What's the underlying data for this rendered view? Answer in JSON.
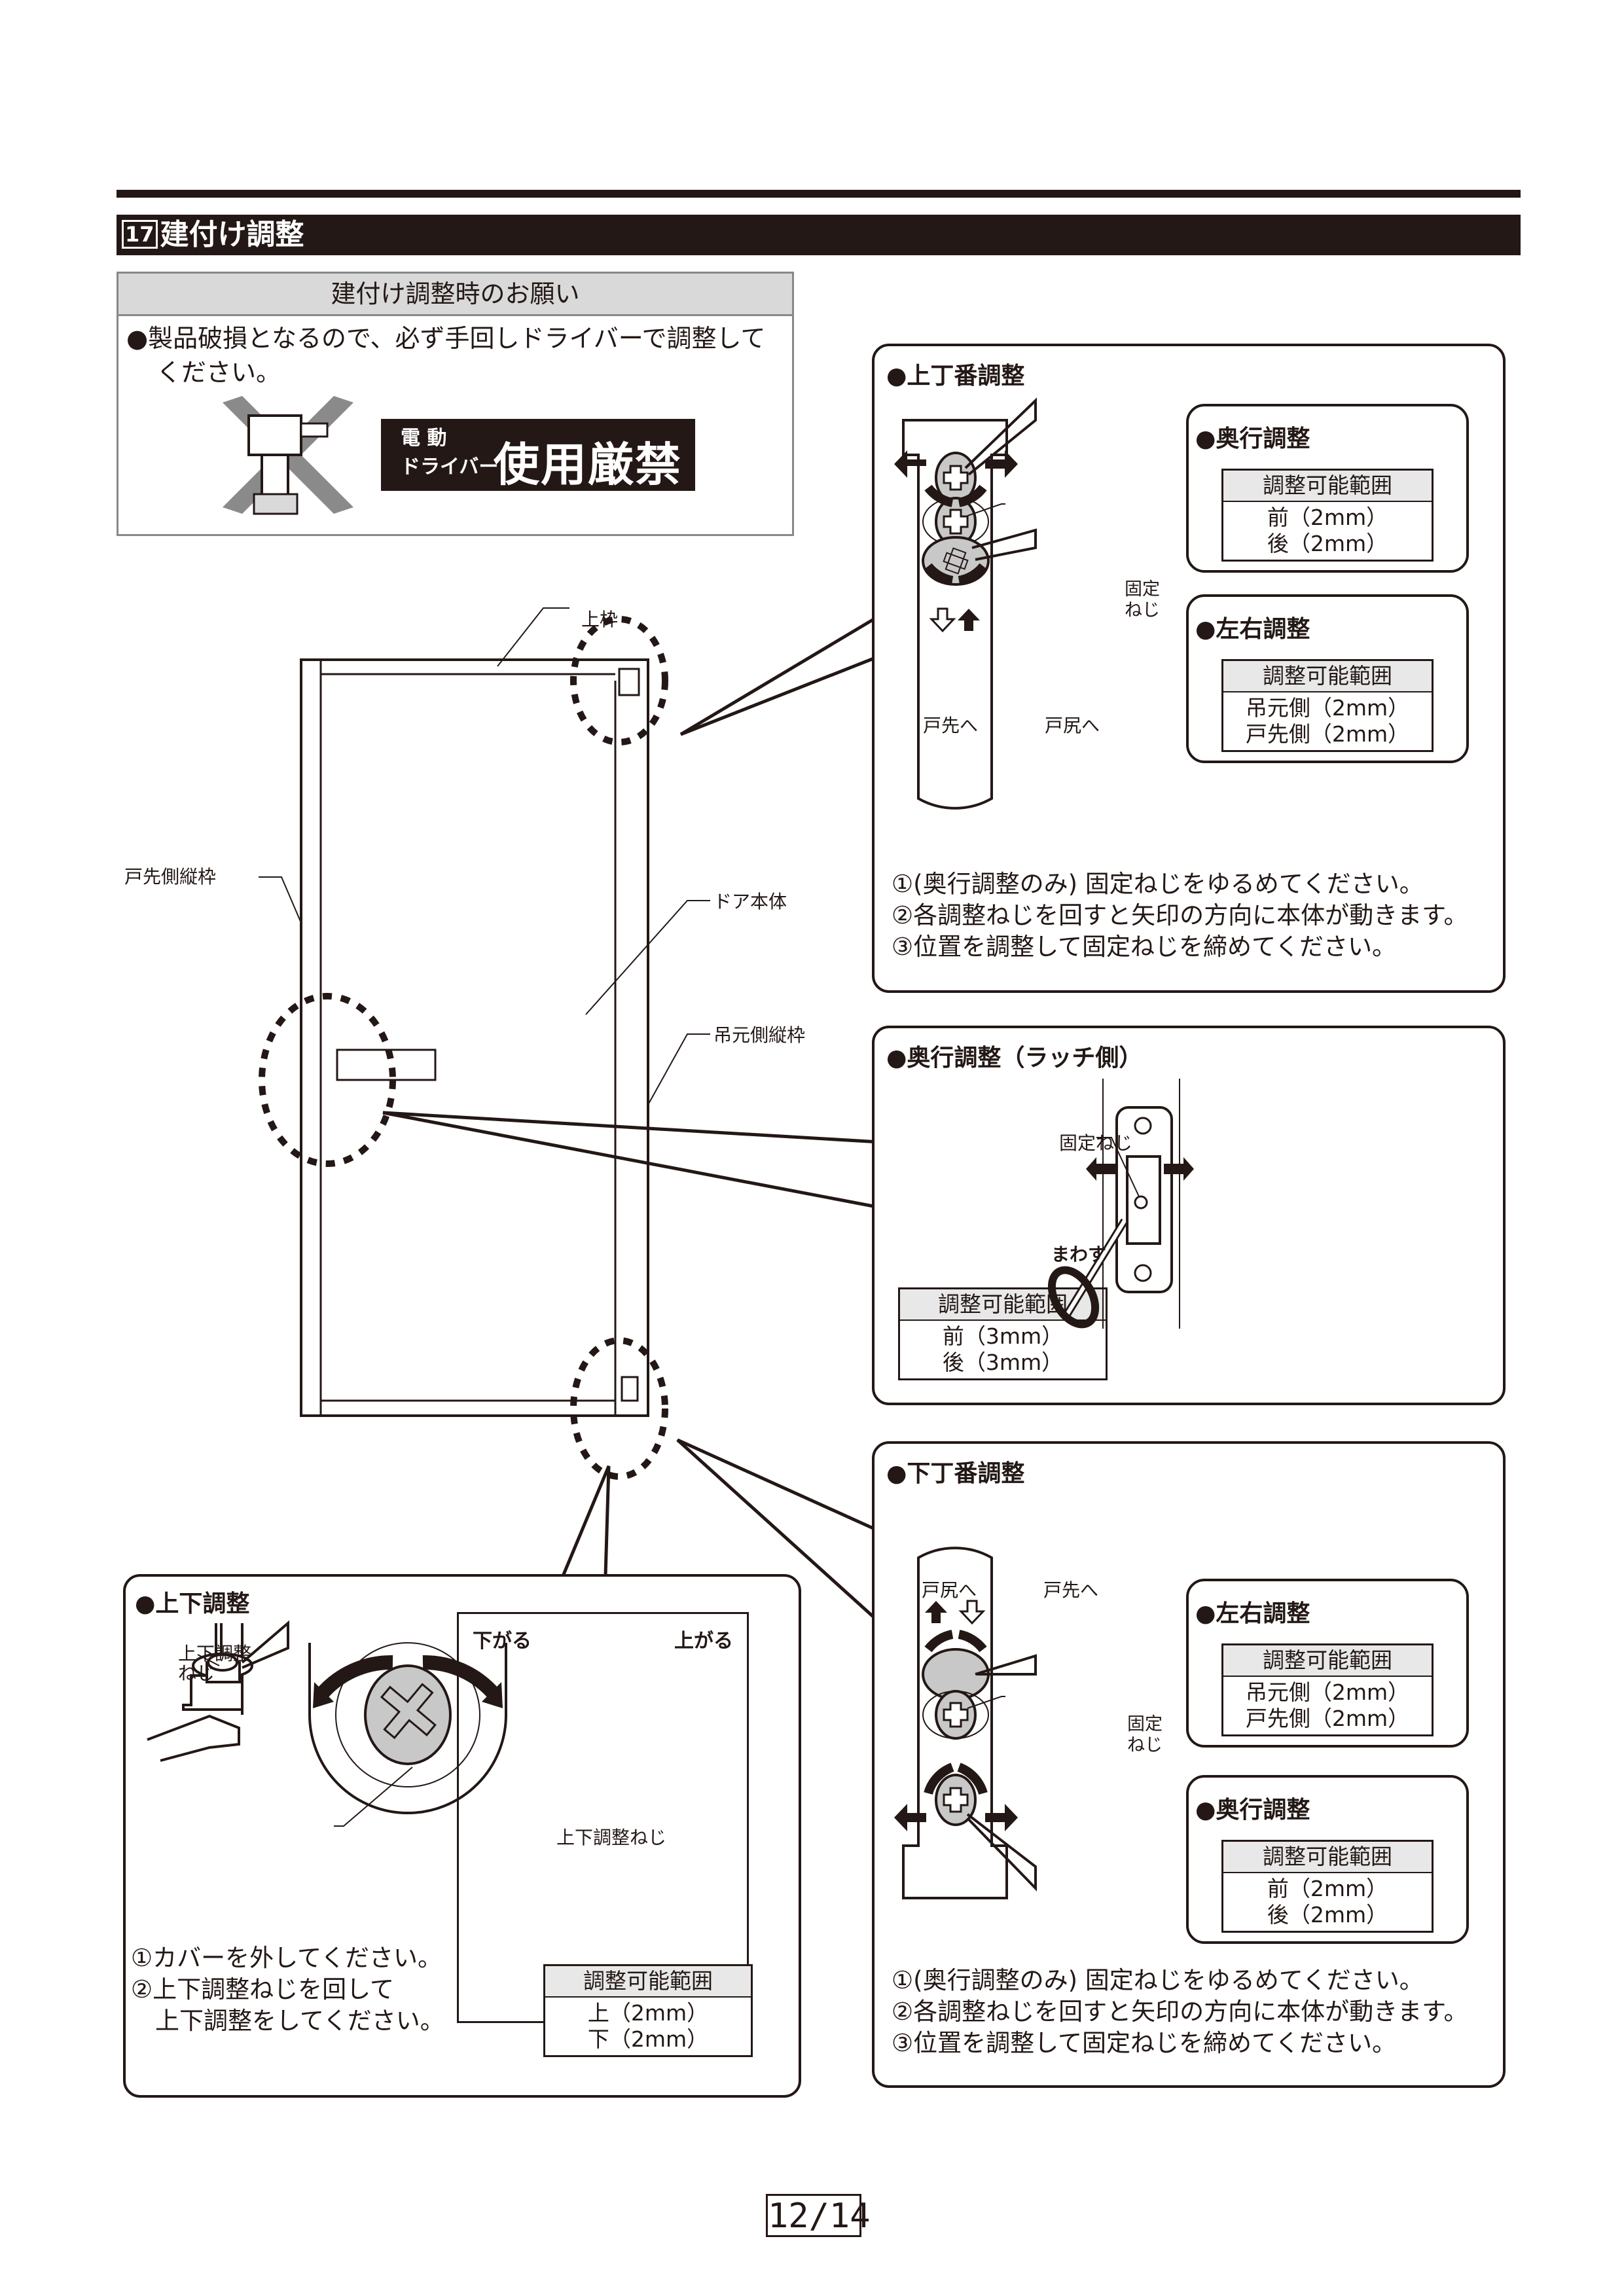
{
  "section": {
    "number": "17",
    "title": "建付け調整"
  },
  "notice": {
    "heading": "建付け調整時のお願い",
    "line1": "●製品破損となるので、必ず手回しドライバーで調整して",
    "line2": "ください。",
    "ban_small_1": "電 動",
    "ban_small_2": "ドライバー",
    "ban_big": "使用厳禁",
    "icon": "power-drill-prohibited-icon"
  },
  "door_diagram": {
    "labels": {
      "top_frame": "上枠",
      "latch_side_frame": "戸先側縦枠",
      "door_body": "ドア本体",
      "hinge_side_frame": "吊元側縦枠"
    }
  },
  "upper_hinge": {
    "title": "●上丁番調整",
    "fixing_screw_1": "固定",
    "fixing_screw_2": "ねじ",
    "dir_left": "戸先へ",
    "dir_right": "戸尻へ",
    "depth": {
      "title": "●奥行調整",
      "range_header": "調整可能範囲",
      "values": [
        "前（2mm）",
        "後（2mm）"
      ]
    },
    "lateral": {
      "title": "●左右調整",
      "range_header": "調整可能範囲",
      "values": [
        "吊元側（2mm）",
        "戸先側（2mm）"
      ]
    },
    "steps": [
      "①(奥行調整のみ) 固定ねじをゆるめてください。",
      "②各調整ねじを回すと矢印の方向に本体が動きます。",
      "③位置を調整して固定ねじを締めてください。"
    ]
  },
  "latch_depth": {
    "title": "●奥行調整（ラッチ側）",
    "fixing_screw": "固定ねじ",
    "turn": "まわす",
    "range_header": "調整可能範囲",
    "values": [
      "前（3mm）",
      "後（3mm）"
    ]
  },
  "lower_hinge": {
    "title": "●下丁番調整",
    "fixing_screw_1": "固定",
    "fixing_screw_2": "ねじ",
    "dir_left": "戸尻へ",
    "dir_right": "戸先へ",
    "lateral": {
      "title": "●左右調整",
      "range_header": "調整可能範囲",
      "values": [
        "吊元側（2mm）",
        "戸先側（2mm）"
      ]
    },
    "depth": {
      "title": "●奥行調整",
      "range_header": "調整可能範囲",
      "values": [
        "前（2mm）",
        "後（2mm）"
      ]
    },
    "steps": [
      "①(奥行調整のみ) 固定ねじをゆるめてください。",
      "②各調整ねじを回すと矢印の方向に本体が動きます。",
      "③位置を調整して固定ねじを締めてください。"
    ]
  },
  "vertical": {
    "title": "●上下調整",
    "screw_label_1": "上下調整",
    "screw_label_2": "ねじ",
    "down": "下がる",
    "up": "上がる",
    "screw_label_detail": "上下調整ねじ",
    "steps": [
      "①カバーを外してください。",
      "②上下調整ねじを回して",
      "　上下調整をしてください。"
    ],
    "range_header": "調整可能範囲",
    "values": [
      "上（2mm）",
      "下（2mm）"
    ]
  },
  "page": {
    "number": "12/14"
  }
}
